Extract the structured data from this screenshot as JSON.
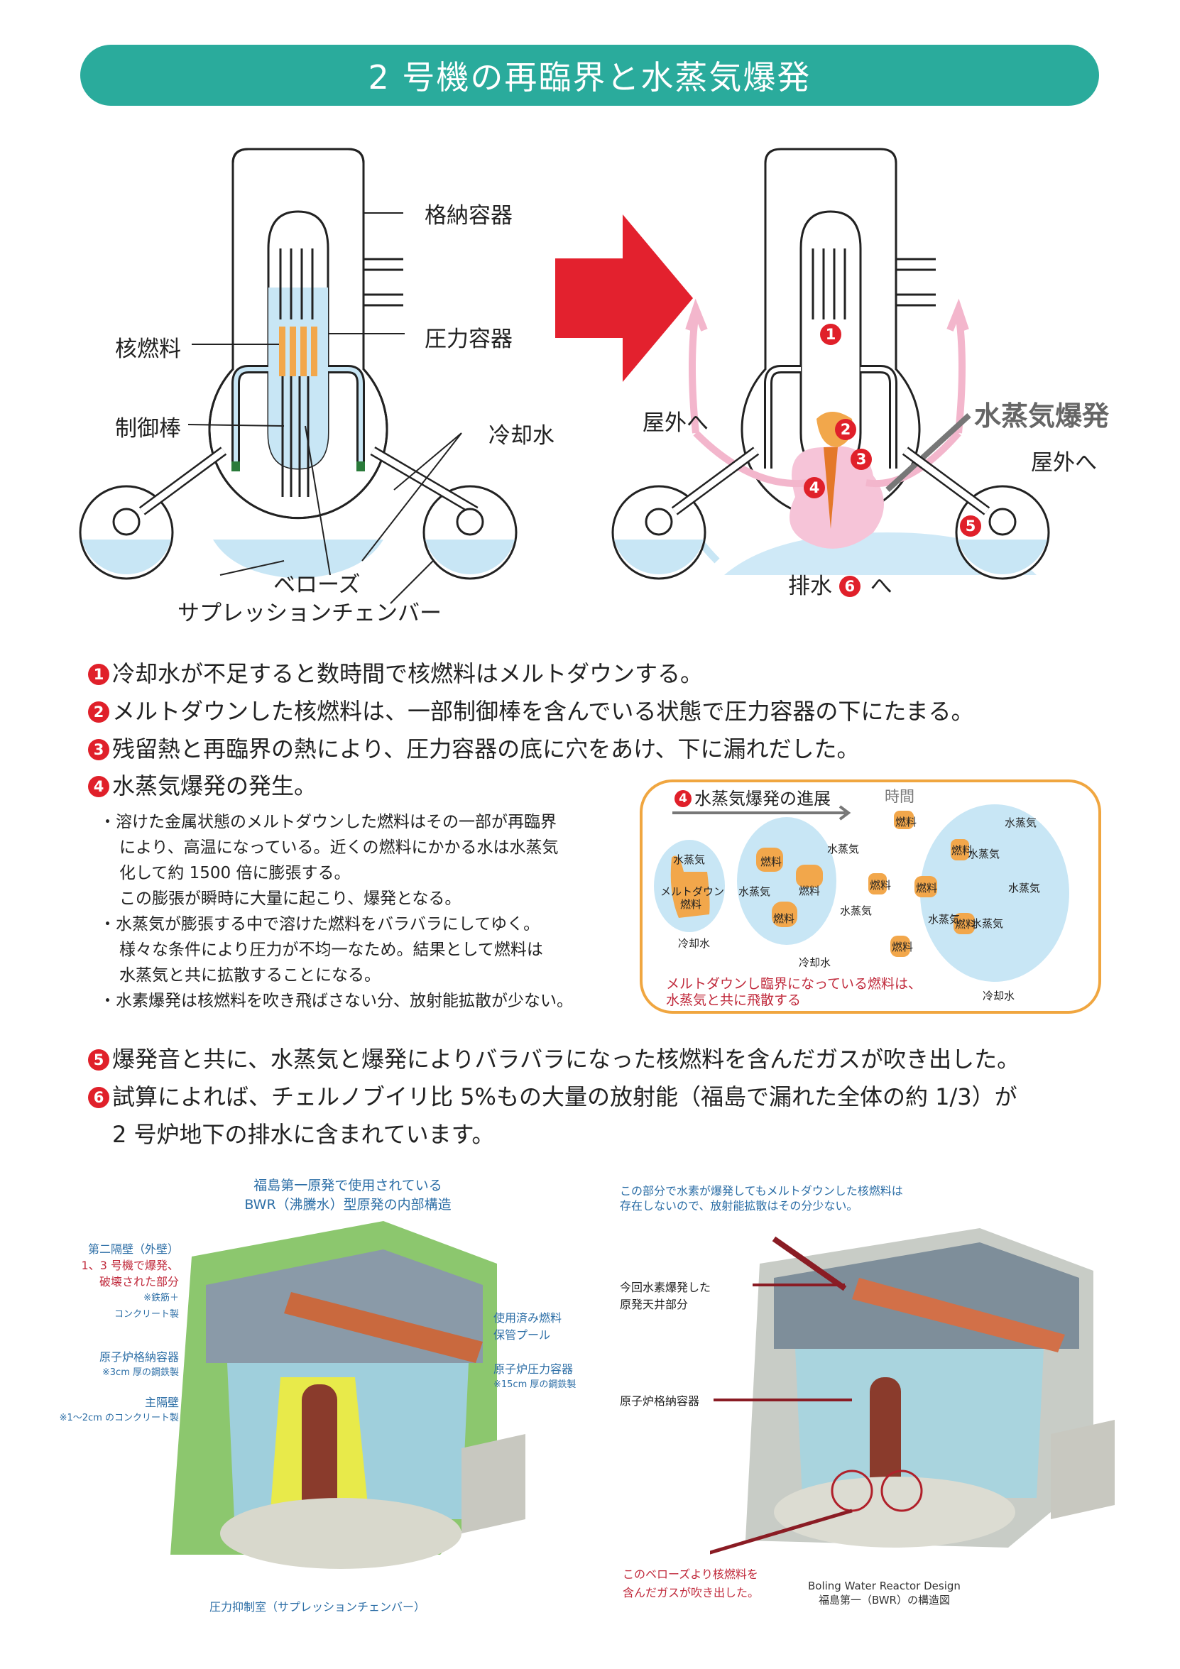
{
  "title": "2 号機の再臨界と水蒸気爆発",
  "left_diagram": {
    "labels": {
      "containment": "格納容器",
      "pressure_vessel": "圧力容器",
      "fuel": "核燃料",
      "control_rod": "制御棒",
      "cooling_water": "冷却水",
      "bellows": "ベローズ",
      "suppression_chamber": "サプレッションチェンバー"
    }
  },
  "right_diagram": {
    "labels": {
      "steam_explosion": "水蒸気爆発",
      "outside_left": "屋外へ",
      "outside_right": "屋外へ",
      "drain_prefix": "排水",
      "drain_suffix": "へ"
    },
    "markers": [
      "1",
      "2",
      "3",
      "4",
      "5",
      "6"
    ]
  },
  "steps": [
    {
      "num": "1",
      "text": "冷却水が不足すると数時間で核燃料はメルトダウンする。"
    },
    {
      "num": "2",
      "text": "メルトダウンした核燃料は、一部制御棒を含んでいる状態で圧力容器の下にたまる。"
    },
    {
      "num": "3",
      "text": "残留熱と再臨界の熱により、圧力容器の底に穴をあけ、下に漏れだした。"
    },
    {
      "num": "4",
      "text": "水蒸気爆発の発生。"
    }
  ],
  "bullets": [
    "・溶けた金属状態のメルトダウンした燃料はその一部が再臨界",
    "により、高温になっている。近くの燃料にかかる水は水蒸気",
    "化して約 1500 倍に膨張する。",
    "この膨張が瞬時に大量に起こり、爆発となる。",
    "・水蒸気が膨張する中で溶けた燃料をバラバラにしてゆく。",
    "様々な条件により圧力が不均一なため。結果として燃料は",
    "水蒸気と共に拡散することになる。",
    "・水素爆発は核燃料を吹き飛ばさない分、放射能拡散が少ない。"
  ],
  "progress": {
    "num": "4",
    "title": "水蒸気爆発の進展",
    "time_label": "時間",
    "steam": "水蒸気",
    "fuel": "燃料",
    "meltdown_fuel_1": "メルトダウン",
    "meltdown_fuel_2": "燃料",
    "water": "冷却水",
    "note_1": "メルトダウンし臨界になっている燃料は、",
    "note_2": "水蒸気と共に飛散する"
  },
  "steps_later": [
    {
      "num": "5",
      "text": "爆発音と共に、水蒸気と爆発によりバラバラになった核燃料を含んだガスが吹き出した。"
    },
    {
      "num": "6",
      "text": "試算によれば、チェルノブイリ比 5%もの大量の放射能（福島で漏れた全体の約 1/3）が",
      "text2": "2 号炉地下の排水に含まれています。"
    }
  ],
  "bottom_left": {
    "caption_1": "福島第一原発で使用されている",
    "caption_2": "BWR（沸騰水）型原発の内部構造",
    "labels": {
      "outer_wall_1": "第二隔壁（外壁）",
      "outer_wall_2": "1、3 号機で爆発、",
      "outer_wall_3": "破壊された部分",
      "outer_wall_4": "※鉄筋＋",
      "outer_wall_5": "コンクリート製",
      "containment_1": "原子炉格納容器",
      "containment_2": "※3cm 厚の鋼鉄製",
      "main_wall_1": "主隔壁",
      "main_wall_2": "※1～2cm のコンクリート製",
      "pool_1": "使用済み燃料",
      "pool_2": "保管プール",
      "rpv_1": "原子炉圧力容器",
      "rpv_2": "※15cm 厚の鋼鉄製",
      "suppression": "圧力抑制室（サプレッションチェンバー）"
    }
  },
  "bottom_right": {
    "note_1": "この部分で水素が爆発してもメルトダウンした核燃料は",
    "note_2": "存在しないので、放射能拡散はその分少ない。",
    "ceiling_1": "今回水素爆発した",
    "ceiling_2": "原発天井部分",
    "containment": "原子炉格納容器",
    "bellows_1": "このベローズより核燃料を",
    "bellows_2": "含んだガスが吹き出した。",
    "design_1": "Boling Water Reactor Design",
    "design_2": "福島第一（BWR）の構造図"
  },
  "colors": {
    "accent": "#2aab9c",
    "marker": "#e0202a",
    "box_border": "#f0a640",
    "water": "#c8e6f5",
    "fuel": "#f2a74b"
  }
}
